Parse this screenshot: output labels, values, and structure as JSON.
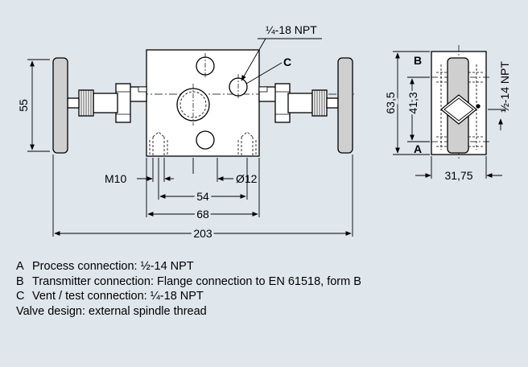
{
  "colors": {
    "background": "#dfe6ec",
    "body_fill": "#ffffff",
    "handle_fill": "#cfcfcf",
    "line": "#000000"
  },
  "labels": {
    "thread_top": "¼-18 NPT",
    "callout_c": "C",
    "dim_55": "55",
    "dim_m10": "M10",
    "dim_d12": "Ø12",
    "dim_54": "54",
    "dim_68": "68",
    "dim_203": "203",
    "side_b": "B",
    "side_a": "A",
    "dim_635": "63,5",
    "dim_413": "41,3",
    "dim_3175": "31,75",
    "thread_side": "½-14 NPT"
  },
  "legend": {
    "items": [
      {
        "key": "A",
        "text": "Process connection: ½-14 NPT"
      },
      {
        "key": "B",
        "text": "Transmitter connection: Flange connection to EN 61518, form B"
      },
      {
        "key": "C",
        "text": "Vent / test connection: ¼-18 NPT"
      }
    ],
    "note": "Valve design: external spindle thread"
  }
}
